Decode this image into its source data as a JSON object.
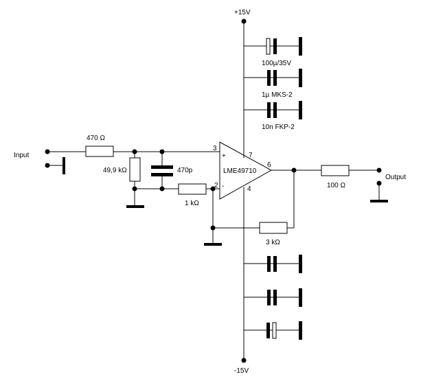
{
  "supply": {
    "positive": "+15V",
    "negative": "-15V"
  },
  "io": {
    "input": "Input",
    "output": "Output"
  },
  "opamp": {
    "part": "LME49710",
    "pin_noninv": "3",
    "pin_inv": "2",
    "pin_out": "6",
    "pin_vpos": "7",
    "pin_vneg": "4",
    "sign_plus": "+",
    "sign_minus": "-"
  },
  "components": {
    "r_in": "470 Ω",
    "r_shunt": "49,9 kΩ",
    "c_filter": "470p",
    "r_inv": "1 kΩ",
    "r_feedback": "3 kΩ",
    "r_out": "100 Ω",
    "c_dec1": "100µ/35V",
    "c_dec2": "1µ MKS-2",
    "c_dec3": "10n FKP-2"
  }
}
